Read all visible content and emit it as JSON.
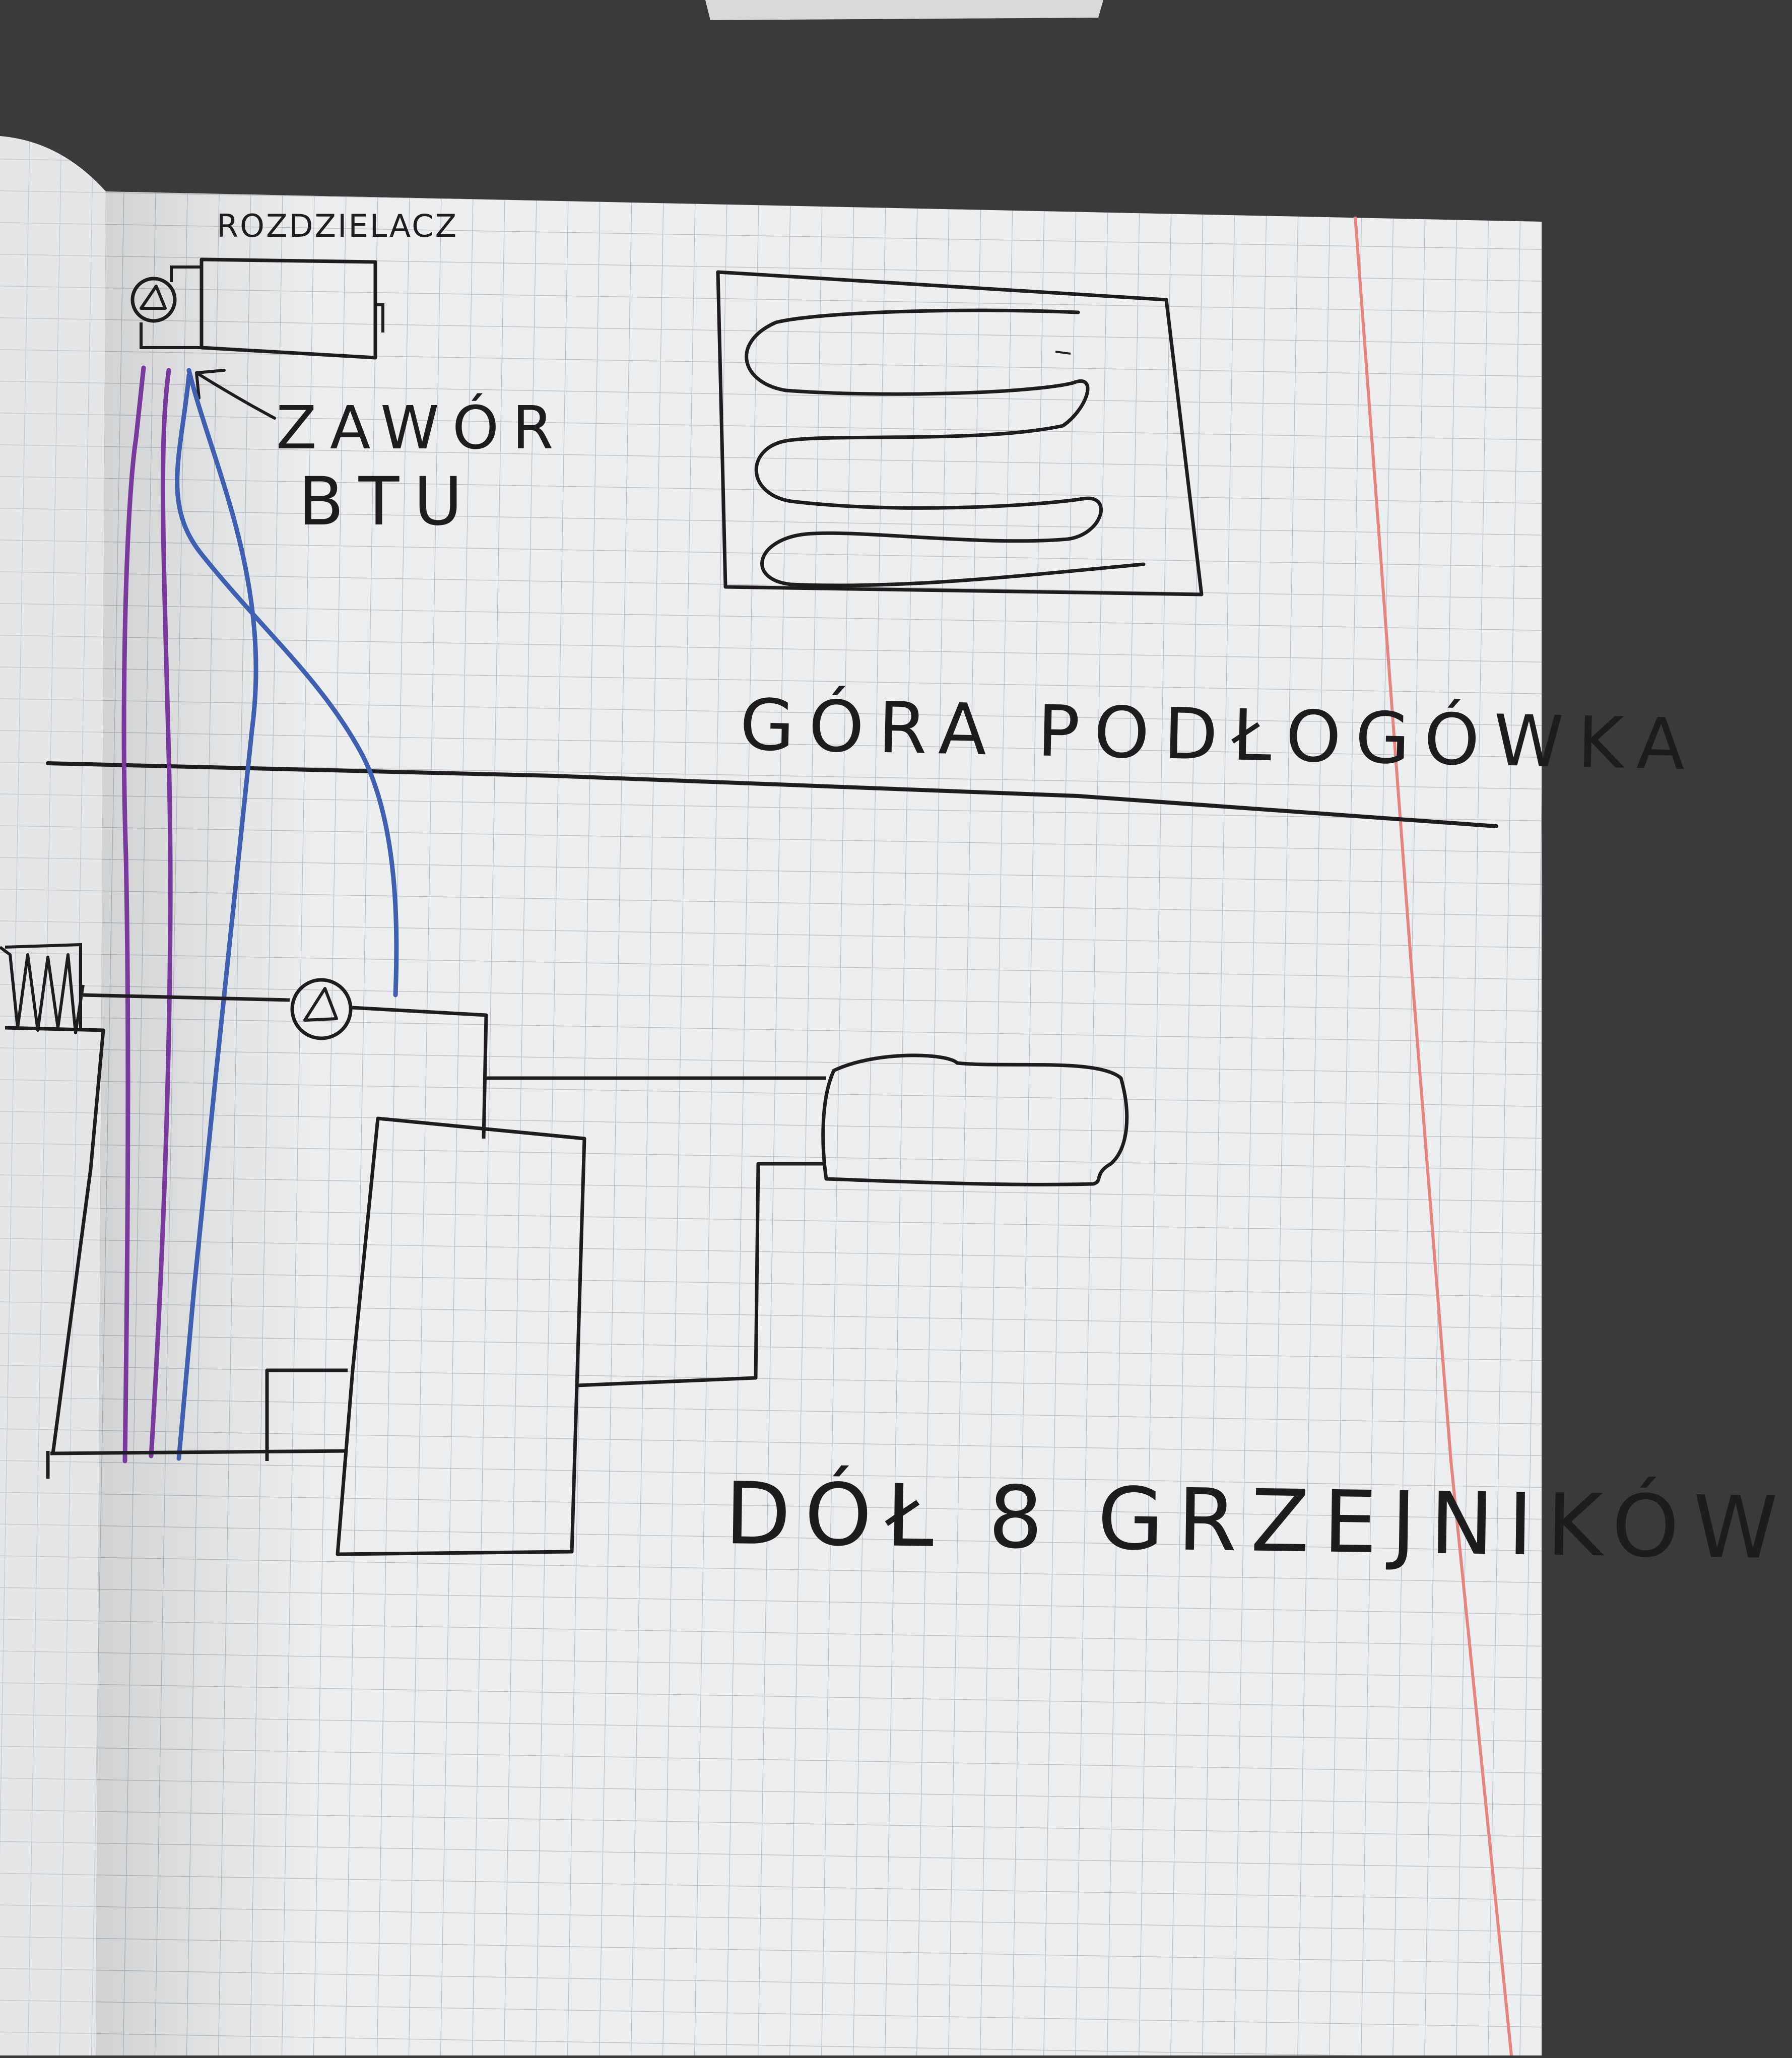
{
  "labels": {
    "manifold": "ROZDZIELACZ",
    "valve_line1": "ZAWÓR",
    "valve_line2": "BTU",
    "upper_floor": "GÓRA PODŁOGÓWKA",
    "lower_floor": "DÓŁ 8 GRZEJNIKÓW"
  },
  "colors": {
    "paper": "#eceeef",
    "grid_line": "#b8bfc9",
    "margin_line": "#e8837f",
    "ink": "#1e1c1e",
    "supply_pipe": "#7a3a9c",
    "return_pipe": "#3f5fb0",
    "desk_background": "#3a3a3c"
  }
}
